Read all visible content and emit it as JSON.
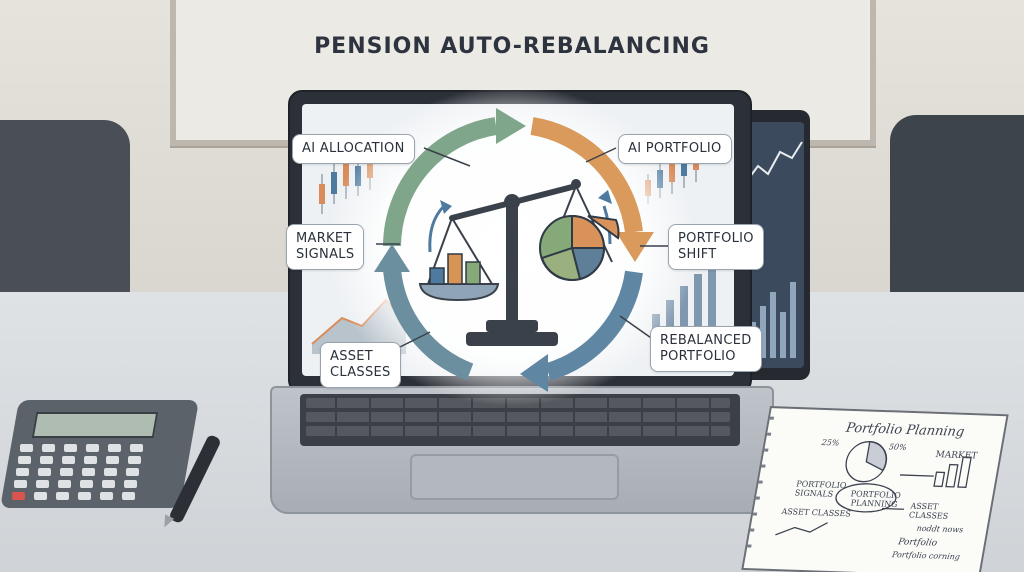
{
  "title": "PENSION AUTO-REBALANCING",
  "callouts": {
    "ai_allocation": "AI ALLOCATION",
    "ai_portfolio": "AI PORTFOLIO",
    "market_signals": "MARKET\nSIGNALS",
    "portfolio_shift": "PORTFOLIO\nSHIFT",
    "asset_classes": "ASSET\nCLASSES",
    "rebalanced_portfolio": "REBALANCED\nPORTFOLIO"
  },
  "notebook": {
    "heading": "Portfolio Planning",
    "pct_left": "25%",
    "pct_right": "50%",
    "market": "MARKET",
    "portfolio_signals": "PORTFOLIO\nSIGNALS",
    "portfolio_planning": "PORTFOLIO\nPLANNING",
    "asset_classes_right": "ASSET\nCLASSES",
    "asset_classes_left": "ASSET CLASSES",
    "note1": "noddt nows",
    "note2": "Portfolio",
    "note3": "Portfolio corning"
  },
  "colors": {
    "arrow_green": "#7fa58a",
    "arrow_orange": "#d99a5c",
    "arrow_blue": "#5f86a3",
    "arrow_teal": "#6c8fa0",
    "pie_orange": "#d9935a",
    "pie_green": "#86a97a",
    "pie_blue": "#5f7f99",
    "bar_blue": "#4f7aa0",
    "bar_orange": "#d89454",
    "bar_green": "#87a877"
  },
  "icons": [
    "scale-icon",
    "pie-chart-icon",
    "bar-chart-icon",
    "calculator-icon",
    "pen-icon",
    "notebook-icon"
  ]
}
